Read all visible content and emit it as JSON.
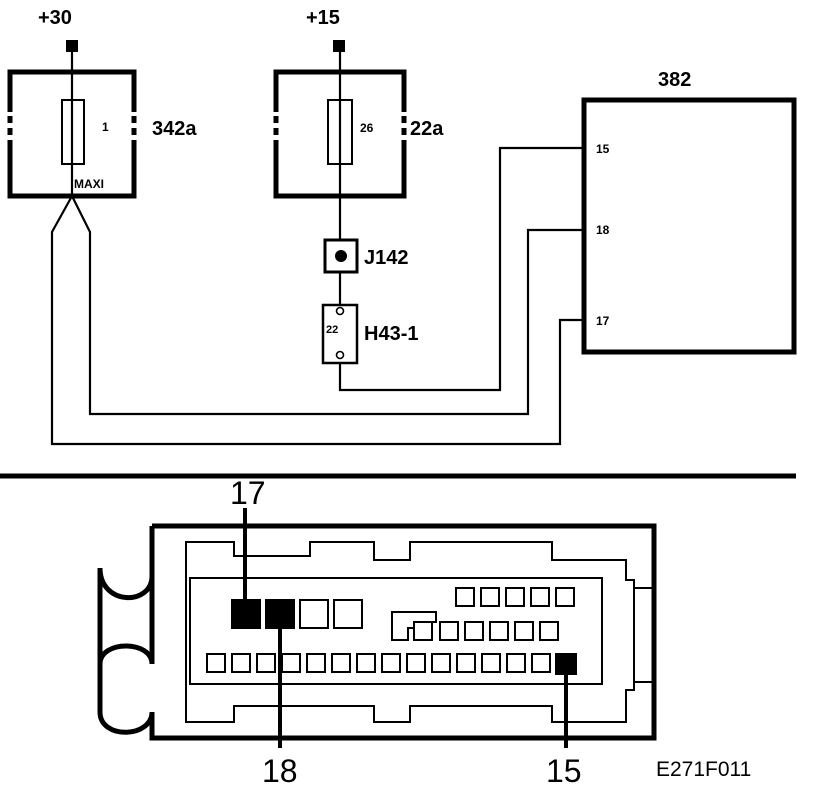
{
  "supplies": {
    "plus30": "+30",
    "plus15": "+15"
  },
  "fuse_342a": {
    "label": "342a",
    "fuse_number": "1",
    "fuse_type": "MAXI"
  },
  "fuse_22a": {
    "label": "22a",
    "fuse_number": "26"
  },
  "junction": {
    "label": "J142"
  },
  "connector_h43": {
    "label": "H43-1",
    "pin": "22"
  },
  "module_382": {
    "label": "382",
    "pins": [
      "15",
      "18",
      "17"
    ]
  },
  "connector_view": {
    "callouts": {
      "pin17": "17",
      "pin18": "18",
      "pin15": "15"
    }
  },
  "figure_code": "E271F011"
}
